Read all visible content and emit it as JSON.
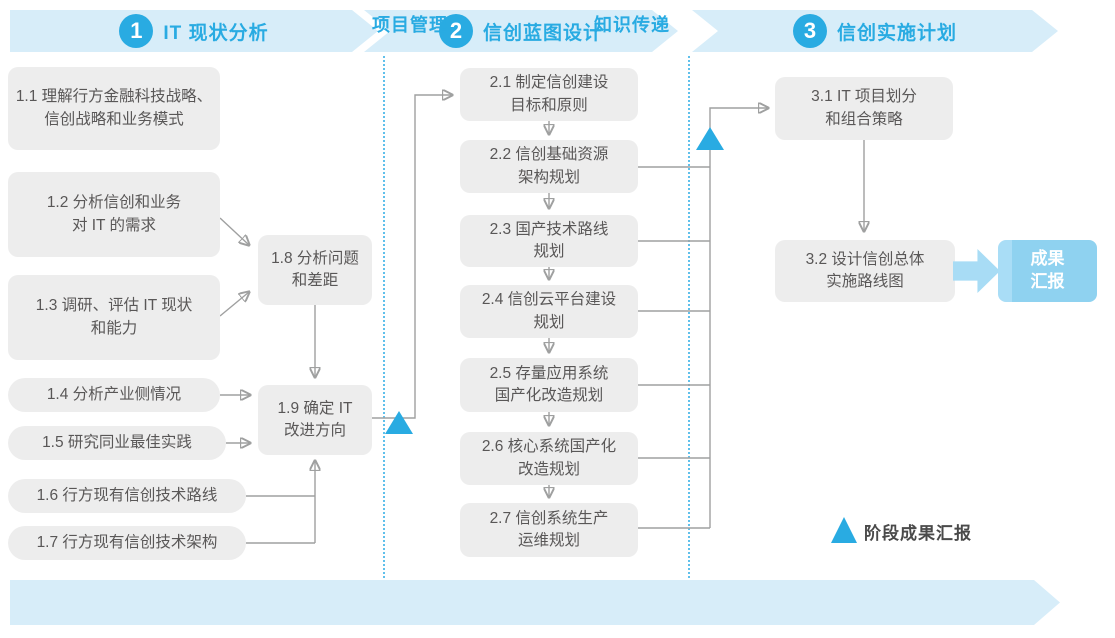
{
  "phases": [
    {
      "number": "1",
      "title": "IT 现状分析"
    },
    {
      "number": "2",
      "title": "信创蓝图设计"
    },
    {
      "number": "3",
      "title": "信创实施计划"
    }
  ],
  "boxes": {
    "b11": "1.1 理解行方金融科技战略、\n信创战略和业务模式",
    "b12": "1.2 分析信创和业务\n对 IT 的需求",
    "b13": "1.3 调研、评估 IT 现状\n和能力",
    "b14": "1.4 分析产业侧情况",
    "b15": "1.5 研究同业最佳实践",
    "b16": "1.6 行方现有信创技术路线",
    "b17": "1.7 行方现有信创技术架构",
    "b18": "1.8 分析问题\n和差距",
    "b19": "1.9 确定 IT\n改进方向",
    "c21": "2.1 制定信创建设\n目标和原则",
    "c22": "2.2 信创基础资源\n架构规划",
    "c23": "2.3 国产技术路线\n规划",
    "c24": "2.4 信创云平台建设\n规划",
    "c25": "2.5 存量应用系统\n国产化改造规划",
    "c26": "2.6 核心系统国产化\n改造规划",
    "c27": "2.7 信创系统生产\n运维规划",
    "r31": "3.1 IT 项目划分\n和组合策略",
    "r32": "3.2 设计信创总体\n实施路线图"
  },
  "result_box": "成果\n汇报",
  "legend_label": "阶段成果汇报",
  "bottom_banner": {
    "label_left": "项目管理",
    "label_right": "知识传递"
  },
  "colors": {
    "banner_bg": "#D7EDF9",
    "accent_blue": "#29ABE2",
    "box_bg": "#EDEDED",
    "box_text": "#595757",
    "line_gray": "#9FA0A0",
    "result_bg": "#8FD2F0",
    "thick_arrow": "#A8DCF5"
  }
}
